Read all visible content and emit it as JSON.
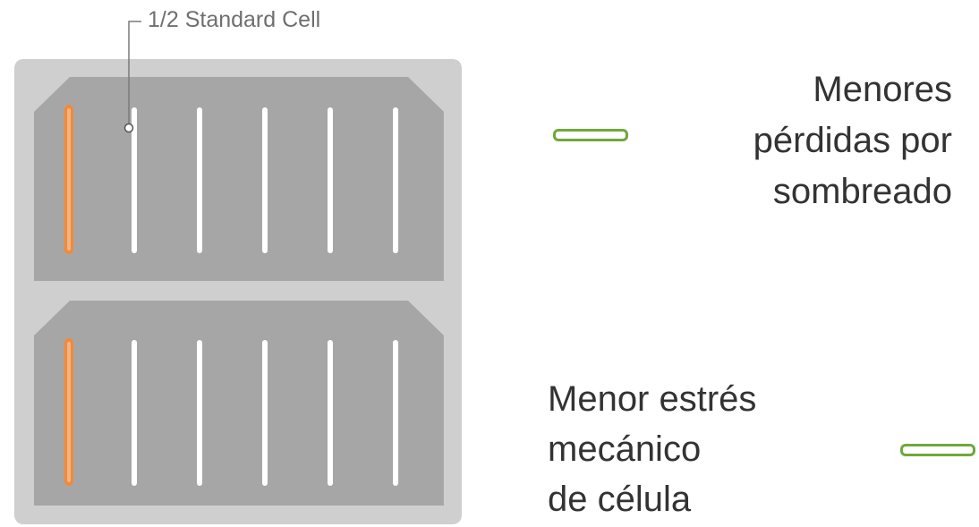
{
  "callout": {
    "label": "1/2 Standard Cell"
  },
  "benefits": [
    {
      "lines": [
        "Menores",
        "pérdidas por",
        "sombreado"
      ]
    },
    {
      "lines": [
        "Menor estrés",
        "mecánico",
        "de célula"
      ]
    }
  ],
  "colors": {
    "frame": "#cfcfcf",
    "cell": "#a6a6a6",
    "busbar": "#ffffff",
    "highlight": "#f08a3c",
    "accent": "#70a83a",
    "text": "#333333"
  },
  "icons": [
    "half-cell-outline-icon",
    "half-cell-outline-icon"
  ]
}
